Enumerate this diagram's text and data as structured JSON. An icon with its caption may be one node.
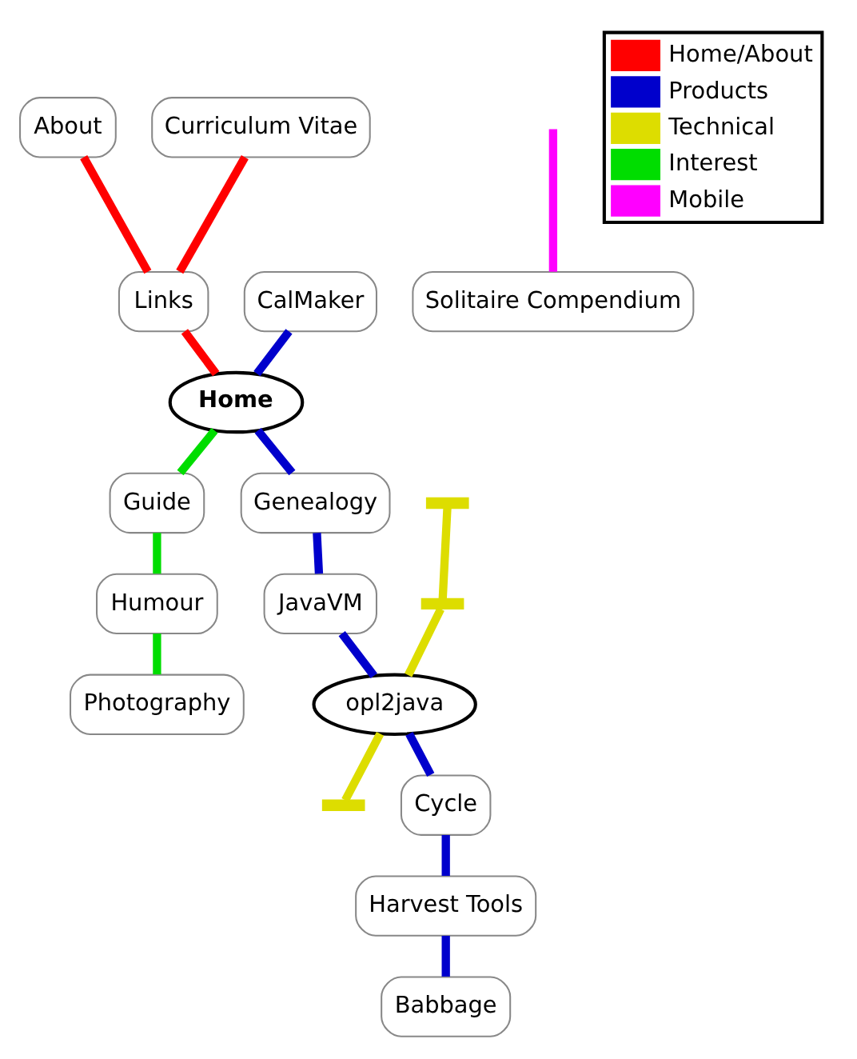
{
  "diagram": {
    "nodes": [
      {
        "text": [
          "About"
        ]
      },
      {
        "text": [
          "Curriculum Vitae"
        ]
      },
      {
        "text": [
          "Home"
        ]
      },
      {
        "text": [
          "Links"
        ]
      },
      {
        "text": [
          "CalMaker"
        ]
      },
      {
        "text": [
          "Genealogy"
        ]
      },
      {
        "text": [
          "Guide"
        ]
      },
      {
        "text": [
          "Humour"
        ]
      },
      {
        "text": [
          "JavaVM"
        ]
      },
      {
        "text": [
          "Photography"
        ]
      },
      {
        "text": [],
        "shape": "bar"
      },
      {
        "text": [
          "opl2java"
        ]
      },
      {
        "text": [],
        "shape": "bar"
      },
      {
        "text": [],
        "shape": "bar"
      },
      {
        "text": [
          "Babbage"
        ]
      },
      {
        "text": [
          "Harvest Tools"
        ]
      },
      {
        "text": [
          "Cycle"
        ]
      },
      {
        "text": [
          "Solitaire Compendium"
        ]
      }
    ],
    "edges": [
      {
        "from": 0,
        "to": 3,
        "arrow": "none",
        "color": "#ff0000"
      },
      {
        "from": 1,
        "to": 3,
        "arrow": "none",
        "color": "#ff0000"
      },
      {
        "from": 3,
        "to": 2,
        "arrow": "none",
        "color": "#ff0000"
      },
      {
        "from": 4,
        "to": 2,
        "arrow": "none"
      },
      {
        "from": 2,
        "to": 5,
        "arrow": "none"
      },
      {
        "from": 5,
        "to": 8,
        "arrow": "none"
      },
      {
        "from": 8,
        "to": 11,
        "arrow": "none"
      },
      {
        "from": 11,
        "to": 16,
        "arrow": "none"
      },
      {
        "from": 16,
        "to": 15,
        "arrow": "none"
      },
      {
        "from": 15,
        "to": 14,
        "arrow": "none"
      },
      {
        "from": 2,
        "to": 6,
        "arrow": "none",
        "color": "#00dd00"
      },
      {
        "from": 6,
        "to": 7,
        "arrow": "none",
        "color": "#00dd00"
      },
      {
        "from": 7,
        "to": 9,
        "arrow": "none",
        "color": "#00dd00"
      },
      {
        "from": 10,
        "to": 13,
        "arrow": "none",
        "color": "#dddd00"
      },
      {
        "from": 13,
        "to": 11,
        "arrow": "none",
        "color": "#dddd00"
      },
      {
        "from": 11,
        "to": 12,
        "arrow": "none",
        "color": "#dddd00"
      },
      {
        "from": null,
        "to": 17,
        "arrow": "none",
        "color": "#ff00ff"
      }
    ],
    "legend": [
      {
        "text": "Home/About",
        "color": "#ff0000"
      },
      {
        "text": "Products",
        "color": "#0000cc"
      },
      {
        "text": "Technical",
        "color": "#dddd00"
      },
      {
        "text": "Interest",
        "color": "#00dd00"
      },
      {
        "text": "Mobile",
        "color": "#ff00ff"
      }
    ]
  }
}
